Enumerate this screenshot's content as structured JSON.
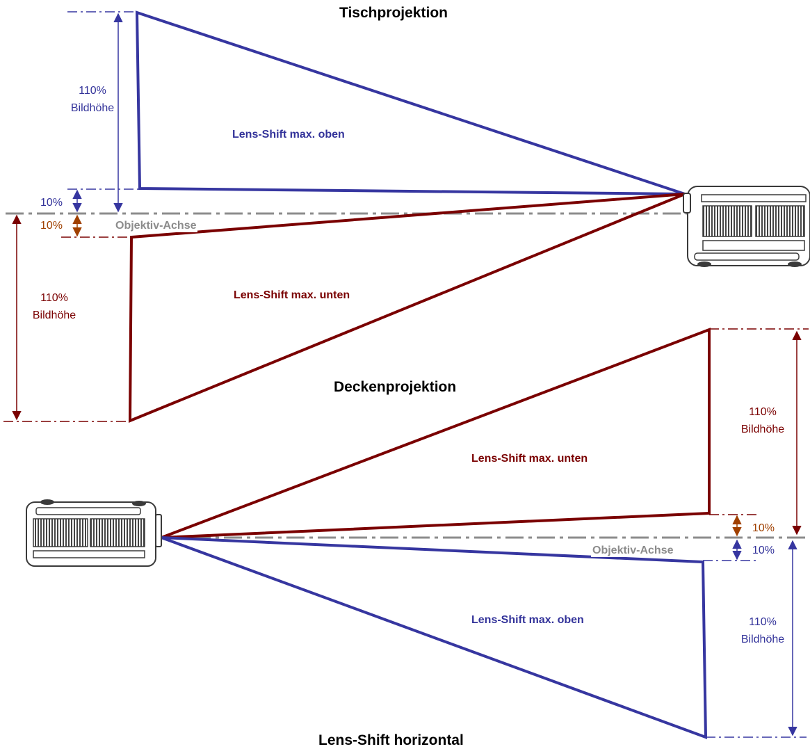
{
  "colors": {
    "blue": "#3636a0",
    "red": "#7a0000",
    "orange": "#a04000",
    "axis_gray": "#8c8c8c",
    "projector": "#3a3a3a"
  },
  "titles": {
    "table": "Tischprojektion",
    "ceiling": "Deckenprojektion",
    "horizontal": "Lens-Shift horizontal"
  },
  "table_projection": {
    "shift_up_label": "Lens-Shift max. oben",
    "shift_down_label": "Lens-Shift max. unten",
    "axis_label": "Objektiv-Achse",
    "upper_height_pct": "110%",
    "upper_height_word": "Bildhöhe",
    "upper_offset": "10%",
    "lower_offset": "10%",
    "lower_height_pct": "110%",
    "lower_height_word": "Bildhöhe"
  },
  "ceiling_projection": {
    "shift_down_label": "Lens-Shift max. unten",
    "shift_up_label": "Lens-Shift max. oben",
    "axis_label": "Objektiv-Achse",
    "upper_height_pct": "110%",
    "upper_height_word": "Bildhöhe",
    "upper_offset": "10%",
    "lower_offset": "10%",
    "lower_height_pct": "110%",
    "lower_height_word": "Bildhöhe"
  },
  "icons": {
    "projector_top": "projector-icon",
    "projector_bottom": "projector-icon"
  }
}
